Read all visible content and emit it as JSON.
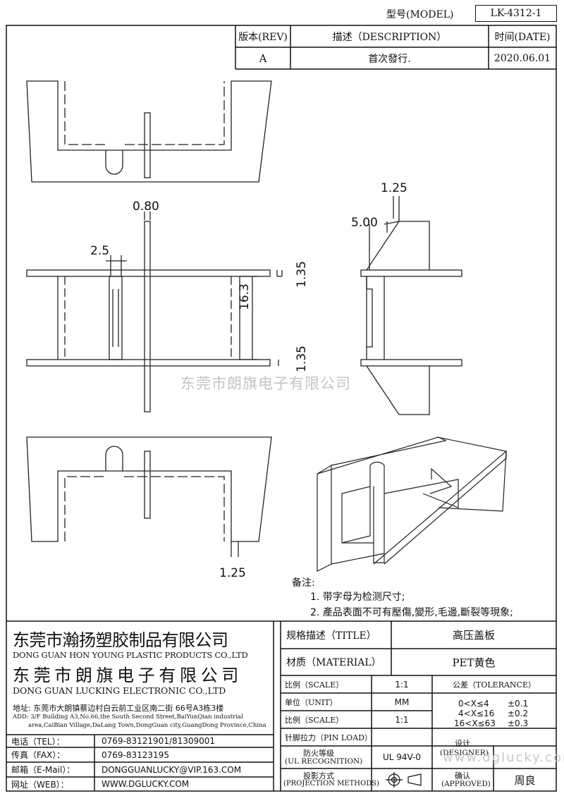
{
  "header": {
    "model_label": "型号(MODEL)",
    "model_value": "LK-4312-1"
  },
  "revision": {
    "rev_header": "版本(REV)",
    "desc_header": "描述（DESCRIPTION）",
    "date_header": "时间(DATE)",
    "rev": "A",
    "desc": "首次發行.",
    "date": "2020.06.01"
  },
  "dimensions": {
    "d080": "0.80",
    "d25": "2.5",
    "d163": "16.3",
    "d135a": "1.35",
    "d135b": "1.35",
    "d125_top": "1.25",
    "d500": "5.00",
    "d125_bottom": "1.25"
  },
  "watermark": "东莞市朗旗电子有限公司",
  "watermark_url": "www.dglucky.com",
  "notes": {
    "title": "备注:",
    "line1": "1. 带字母为检测尺寸;",
    "line2": "2. 產品表面不可有壓傷,變形,毛邊,斷裂等現象;"
  },
  "company": {
    "name1": "东莞市瀚扬塑胶制品有限公司",
    "name1_en": "DONG GUAN HON YOUNG PLASTIC PRODUCTS CO.,LTD",
    "name2": "东 莞 市 朗 旗 电 子 有 限 公 司",
    "name2_en": "DONG GUAN LUCKING ELECTRONIC CO.,LTD",
    "address": "地址: 东莞市大朗镇蔡边村白云前工业区南二街 66号A3栋3楼",
    "add_en1": "ADD: 3/F Building A3,No.66,the South Second Street,BaiYunQian industrial",
    "add_en2": "area,CaiBian Village,DaLang Town,DongGuan city,GuangDong Province,China"
  },
  "contacts": [
    {
      "label": "电话（TEL）：",
      "value": "0769-83121901/81309001"
    },
    {
      "label": "传真（FAX）：",
      "value": "0769-83123195"
    },
    {
      "label": "邮箱（E-Mail）：",
      "value": "DONGGUANLUCKY@VIP.163.COM"
    },
    {
      "label": "网址（WEB）：",
      "value": "WWW.DGLUCKY.COM"
    }
  ],
  "spec": {
    "title_label": "规格描述（TITLE）",
    "title_value": "高压盖板",
    "material_label": "材质（MATERIAL）",
    "material_value": "PET黄色",
    "scale_label": "比例（SCALE）",
    "scale_value": "1:1",
    "unit_label": "单位（UNIT）",
    "unit_value": "MM",
    "scale2_label": "比例（SCALE）",
    "scale2_value": "1:1",
    "pin_label": "针脚拉力（PIN LOAD）",
    "ul_label1": "防火等级",
    "ul_label2": "(UL RECOGNITION)",
    "ul_value": "UL 94V-0",
    "proj_label1": "投影方式",
    "proj_label2": "(PROJECTION METHODS)",
    "tol_label": "公差（TOLERANCE）",
    "tol1": "0<X≤4",
    "tol1v": "±0.1",
    "tol2": "4<X≤16",
    "tol2v": "±0.2",
    "tol3": "16<X≤63",
    "tol3v": "±0.3",
    "design_label1": "设计",
    "design_label2": "(DESIGNER)",
    "approve_label1": "确认",
    "approve_label2": "(APPROVED)",
    "approver": "周良"
  }
}
